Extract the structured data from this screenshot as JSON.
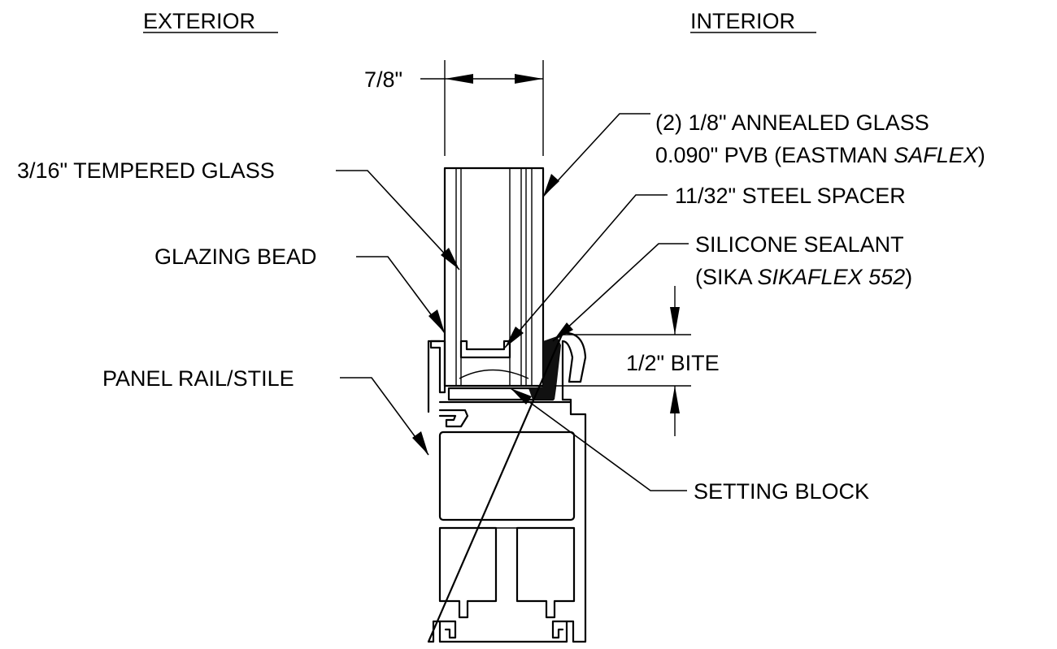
{
  "headings": {
    "exterior": "EXTERIOR",
    "interior": "INTERIOR"
  },
  "dimensions": {
    "glass_thickness": "7/8\"",
    "bite": "1/2\" BITE"
  },
  "callouts": {
    "laminated_glass_line1": "(2) 1/8\" ANNEALED GLASS",
    "laminated_glass_line2_prefix": "0.090\" PVB (EASTMAN ",
    "laminated_glass_line2_product": "SAFLEX",
    "laminated_glass_line2_suffix": ")",
    "tempered_glass": "3/16\" TEMPERED GLASS",
    "steel_spacer": "11/32\" STEEL SPACER",
    "glazing_bead": "GLAZING BEAD",
    "sealant_line1": "SILICONE SEALANT",
    "sealant_line2_prefix": "(SIKA ",
    "sealant_line2_product": "SIKAFLEX 552",
    "sealant_line2_suffix": ")",
    "panel_rail": "PANEL RAIL/STILE",
    "setting_block": "SETTING BLOCK"
  }
}
